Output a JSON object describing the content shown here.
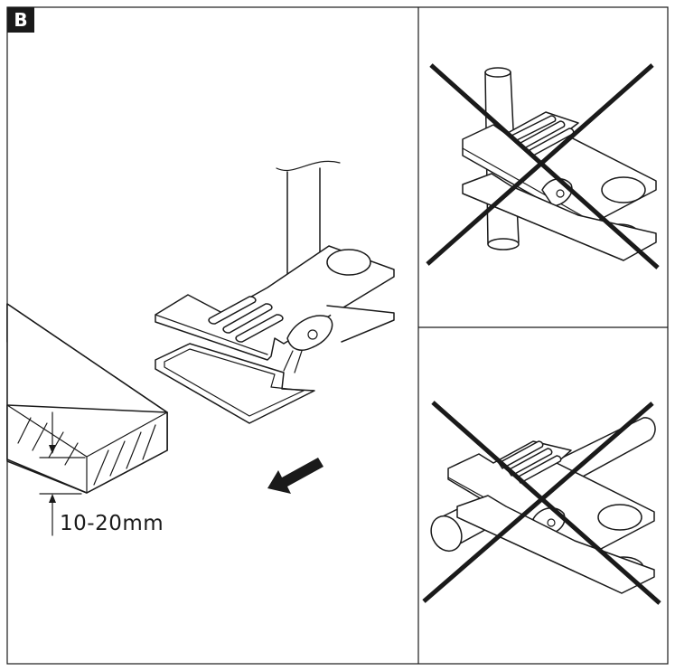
{
  "figure": {
    "label": "B",
    "dimension": "10-20mm"
  },
  "panels": [
    {
      "name": "correct-mounting",
      "marked_wrong": false
    },
    {
      "name": "wrong-vertical-rod",
      "marked_wrong": true
    },
    {
      "name": "wrong-horizontal-rod",
      "marked_wrong": true
    }
  ],
  "colors": {
    "ink": "#1a1a1a",
    "background": "#ffffff"
  }
}
